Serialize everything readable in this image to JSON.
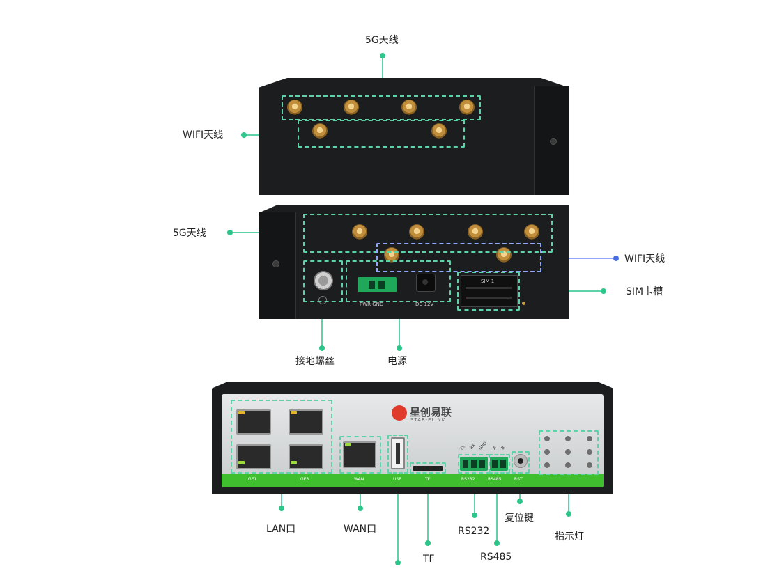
{
  "top_view": {
    "label_5g": "5G天线",
    "label_wifi": "WIFI天线"
  },
  "rear_view": {
    "label_5g": "5G天线",
    "label_wifi": "WIFI天线",
    "label_sim": "SIM卡槽",
    "label_ground": "接地螺丝",
    "label_power": "电源",
    "panel_pwr_gnd": "PWR GND",
    "panel_dc": "DC 12V",
    "panel_sim1": "SIM 1"
  },
  "front_view": {
    "brand_name": "星创易联",
    "brand_sub": "STAR-ELINK",
    "label_lan": "LAN口",
    "label_wan": "WAN口",
    "label_tf": "TF",
    "label_rs232": "RS232",
    "label_rs485": "RS485",
    "label_reset": "复位键",
    "label_indicator": "指示灯",
    "port_ge1": "GE1",
    "port_ge3": "GE3",
    "port_wan": "WAN",
    "port_usb": "USB",
    "port_tf": "TF",
    "port_rs232": "RS232",
    "port_rs485": "RS485",
    "port_rst": "RST",
    "pin_tx": "TX",
    "pin_rx": "RX",
    "pin_gnd": "GND",
    "pin_a": "A",
    "pin_b": "B"
  },
  "colors": {
    "highlight_green": "#5fd3a8",
    "highlight_blue": "#8fa7ff",
    "connector_green": "#1fa85a",
    "device_body": "#1c1d1f",
    "panel_silver": "#d6d8d9",
    "dot_green": "#2ec58a",
    "dot_blue": "#4a6ee0"
  }
}
